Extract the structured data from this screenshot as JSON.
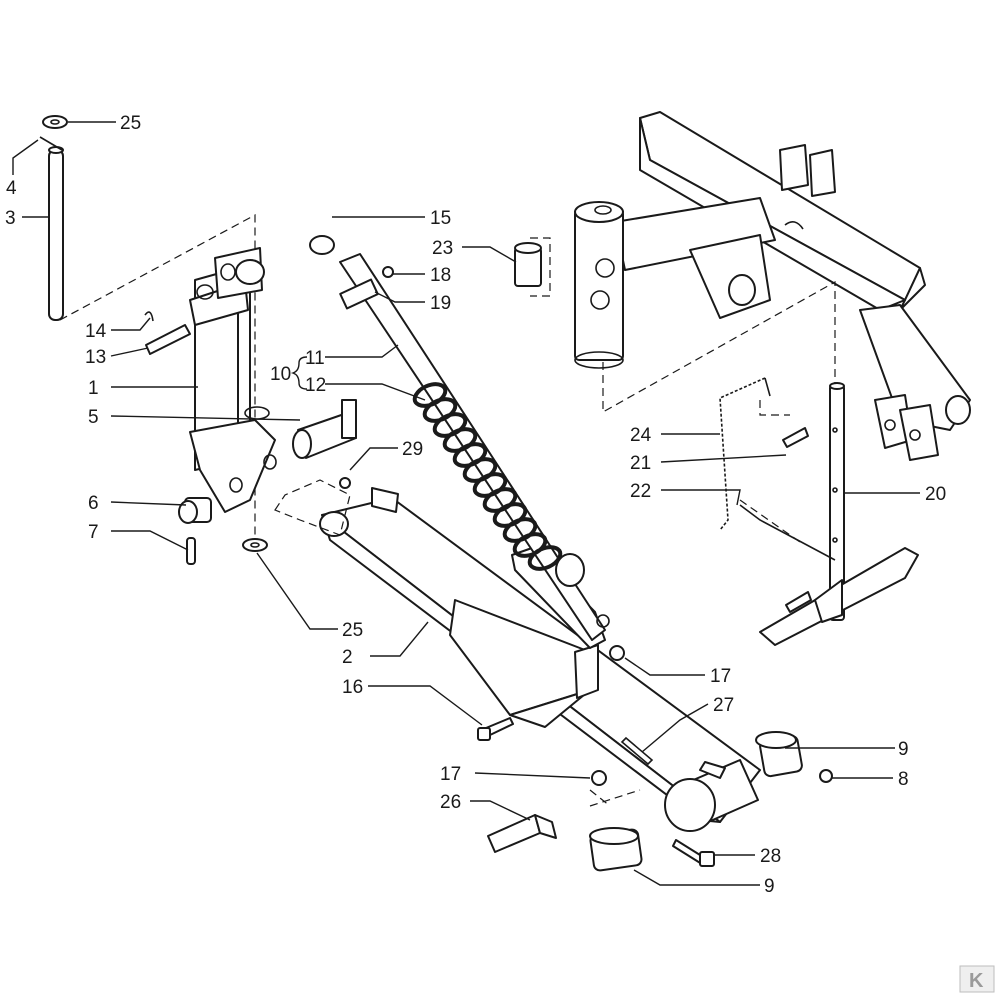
{
  "callouts": {
    "c25_top": "25",
    "c4": "4",
    "c3": "3",
    "c14": "14",
    "c13": "13",
    "c1": "1",
    "c5": "5",
    "c6": "6",
    "c7": "7",
    "c25_bottom": "25",
    "c15": "15",
    "c18": "18",
    "c19": "19",
    "c11": "11",
    "c10": "10",
    "c12": "12",
    "c29": "29",
    "c2": "2",
    "c16": "16",
    "c17_a": "17",
    "c17_b": "17",
    "c26": "26",
    "c27": "27",
    "c28": "28",
    "c9_a": "9",
    "c9_b": "9",
    "c8": "8",
    "c23": "23",
    "c24": "24",
    "c21": "21",
    "c22": "22",
    "c20": "20"
  },
  "watermark": {
    "logo": "K"
  },
  "colors": {
    "line": "#1a1a1a",
    "background": "#ffffff",
    "logo": "#9a9a9a"
  }
}
